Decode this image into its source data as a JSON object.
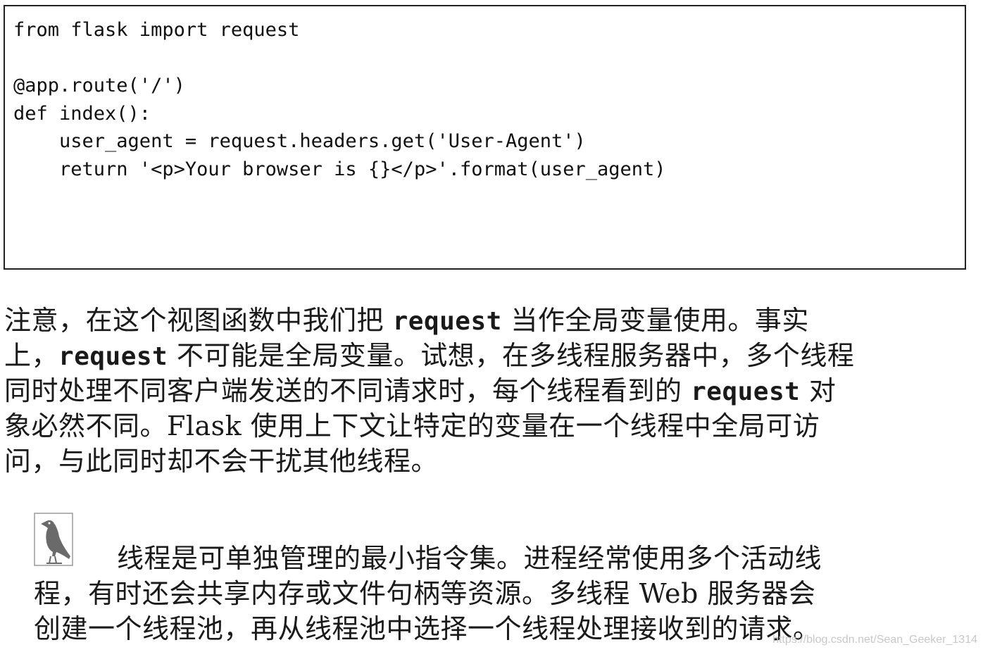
{
  "code": {
    "lines": [
      "from flask import request",
      "",
      "@app.route('/')",
      "def index():",
      "    user_agent = request.headers.get('User-Agent')",
      "    return '<p>Your browser is {}</p>'.format(user_agent)"
    ]
  },
  "paragraph": {
    "l1a": "注意，在这个视图函数中我们把 ",
    "l1code": "request",
    "l1b": " 当作全局变量使用。事实",
    "l2a": "上，",
    "l2code": "request",
    "l2b": " 不可能是全局变量。试想，在多线程服务器中，多个线程",
    "l3a": "同时处理不同客户端发送的不同请求时，每个线程看到的 ",
    "l3code": "request",
    "l3b": " 对",
    "l4": "象必然不同。Flask 使用上下文让特定的变量在一个线程中全局可访",
    "l5": "问，与此同时却不会干扰其他线程。"
  },
  "note": {
    "icon": "crow-icon",
    "lines": [
      "线程是可单独管理的最小指令集。进程经常使用多个活动线",
      "程，有时还会共享内存或文件句柄等资源。多线程 Web 服务器会",
      "创建一个线程池，再从线程池中选择一个线程处理接收到的请求。"
    ]
  },
  "watermark": "https://blog.csdn.net/Sean_Geeker_1314"
}
